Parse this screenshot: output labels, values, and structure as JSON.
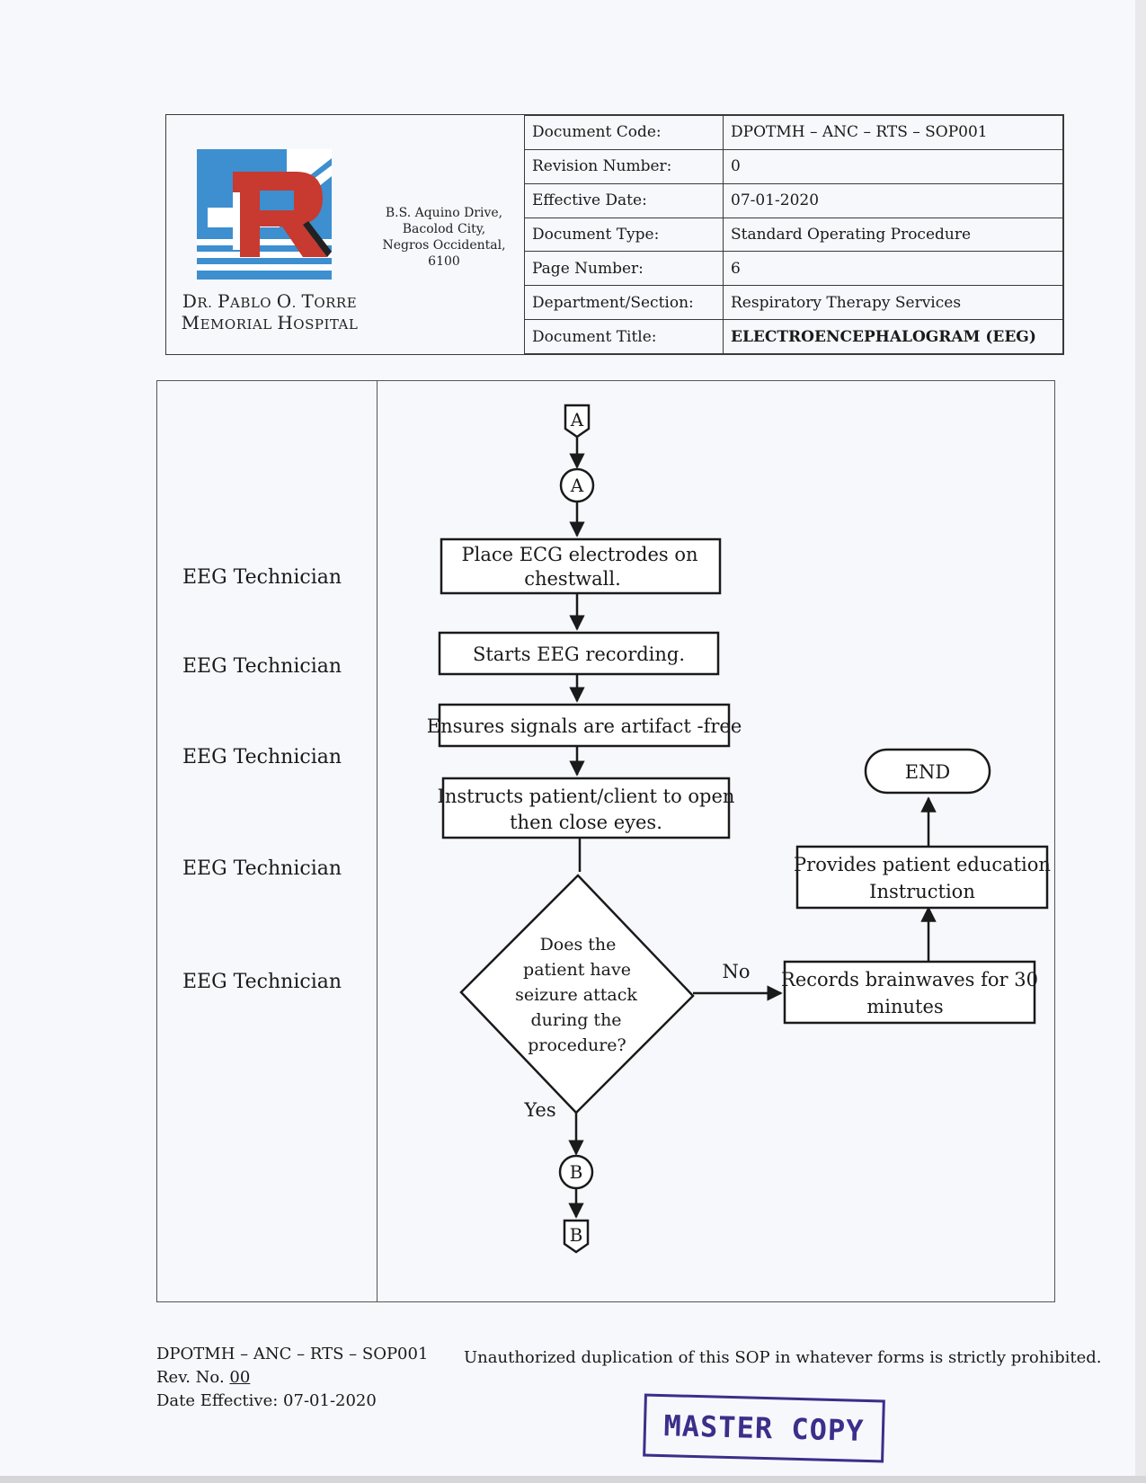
{
  "hospital": {
    "name_line1": "Dr. Pablo O. Torre",
    "name_line2": "Memorial Hospital",
    "address": [
      "B.S. Aquino Drive,",
      "Bacolod City,",
      "Negros Occidental,",
      "6100"
    ]
  },
  "document_info": [
    {
      "label": "Document Code:",
      "value": "DPOTMH – ANC – RTS – SOP001"
    },
    {
      "label": "Revision Number:",
      "value": "0"
    },
    {
      "label": "Effective Date:",
      "value": "07-01-2020"
    },
    {
      "label": "Document Type:",
      "value": "Standard Operating Procedure"
    },
    {
      "label": "Page Number:",
      "value": "6"
    },
    {
      "label": "Department/Section:",
      "value": "Respiratory Therapy Services"
    },
    {
      "label": "Document Title:",
      "value": "ELECTROENCEPHALOGRAM (EEG)"
    }
  ],
  "roles": [
    "EEG Technician",
    "EEG Technician",
    "EEG Technician",
    "EEG Technician",
    "EEG Technician"
  ],
  "flow": {
    "offpage_top": "A",
    "connector_top": "A",
    "step1": [
      "Place ECG electrodes on",
      "chestwall."
    ],
    "step2": "Starts EEG recording.",
    "step3": "Ensures signals are artifact -free",
    "step4": [
      "Instructs patient/client to open",
      "then close eyes."
    ],
    "decision": [
      "Does the",
      "patient have",
      "seizure attack",
      "during the",
      "procedure?"
    ],
    "no_label": "No",
    "yes_label": "Yes",
    "step_no": [
      "Records brainwaves for 30",
      "minutes"
    ],
    "step_education": [
      "Provides patient education",
      "Instruction"
    ],
    "end": "END",
    "connector_bottom": "B",
    "offpage_bottom": "B"
  },
  "footer": {
    "code": "DPOTMH – ANC – RTS – SOP001",
    "rev_label": "Rev. No.",
    "rev_value": "00",
    "date_label": "Date Effective:",
    "date_value": "07-01-2020",
    "notice": "Unauthorized duplication of this SOP in whatever forms is strictly prohibited."
  },
  "stamp": "MASTER COPY",
  "colors": {
    "logo_blue": "#3d8fd0",
    "logo_red": "#c8392f",
    "stamp": "#3a2f8a"
  }
}
